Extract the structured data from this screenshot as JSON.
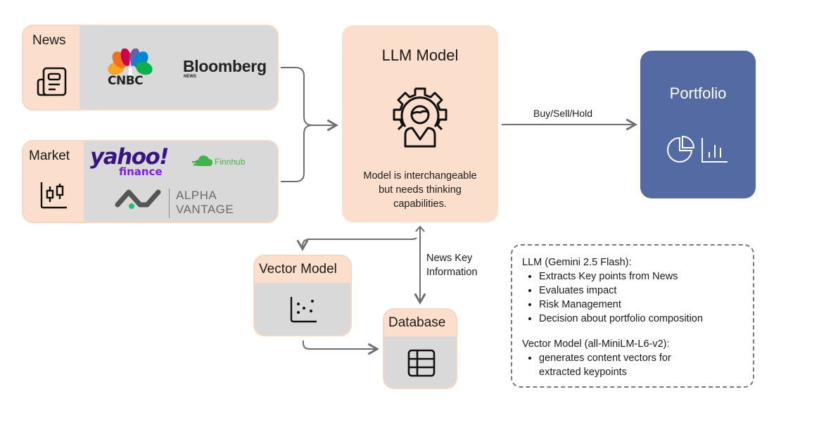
{
  "diagram": {
    "news": {
      "title": "News",
      "icon": "newspaper-icon",
      "sources": [
        {
          "name": "CNBC",
          "logo_text": "CNBC"
        },
        {
          "name": "Bloomberg",
          "logo_text": "Bloomberg",
          "sub_text": "NEWS"
        }
      ]
    },
    "market": {
      "title": "Market",
      "icon": "candlestick-chart-icon",
      "sources": [
        {
          "name": "Yahoo Finance",
          "logo_text": "yahoo!",
          "sub_text": "finance"
        },
        {
          "name": "Finnhub",
          "logo_text": "Finnhub"
        },
        {
          "name": "Alpha Vantage",
          "logo_line1": "ALPHA",
          "logo_line2": "VANTAGE"
        }
      ]
    },
    "llm": {
      "title": "LLM Model",
      "icon": "gear-person-icon",
      "description_lines": [
        "Model is interchangeable",
        "but needs thinking",
        "capabilities."
      ]
    },
    "portfolio": {
      "title": "Portfolio",
      "icon": "pie-bar-chart-icon"
    },
    "vector_model": {
      "title": "Vector Model",
      "icon": "scatter-plot-icon"
    },
    "database": {
      "title": "Database",
      "icon": "table-icon"
    },
    "edges": {
      "llm_to_portfolio": "Buy/Sell/Hold",
      "llm_db": [
        "News Key",
        "Information"
      ]
    },
    "notes": {
      "llm_heading": "LLM (Gemini 2.5 Flash):",
      "llm_bullets": [
        "Extracts Key points from News",
        "Evaluates impact",
        "Risk Management",
        "Decision about portfolio composition"
      ],
      "vector_heading": "Vector Model (all-MiniLM-L6-v2):",
      "vector_bullets": [
        "generates content vectors for",
        "extracted keypoints"
      ]
    },
    "colors": {
      "peach": "#fbdfcc",
      "grey": "#d9d9d9",
      "portfolio_blue": "#546aa3",
      "arrow": "#6e6e6e"
    }
  }
}
